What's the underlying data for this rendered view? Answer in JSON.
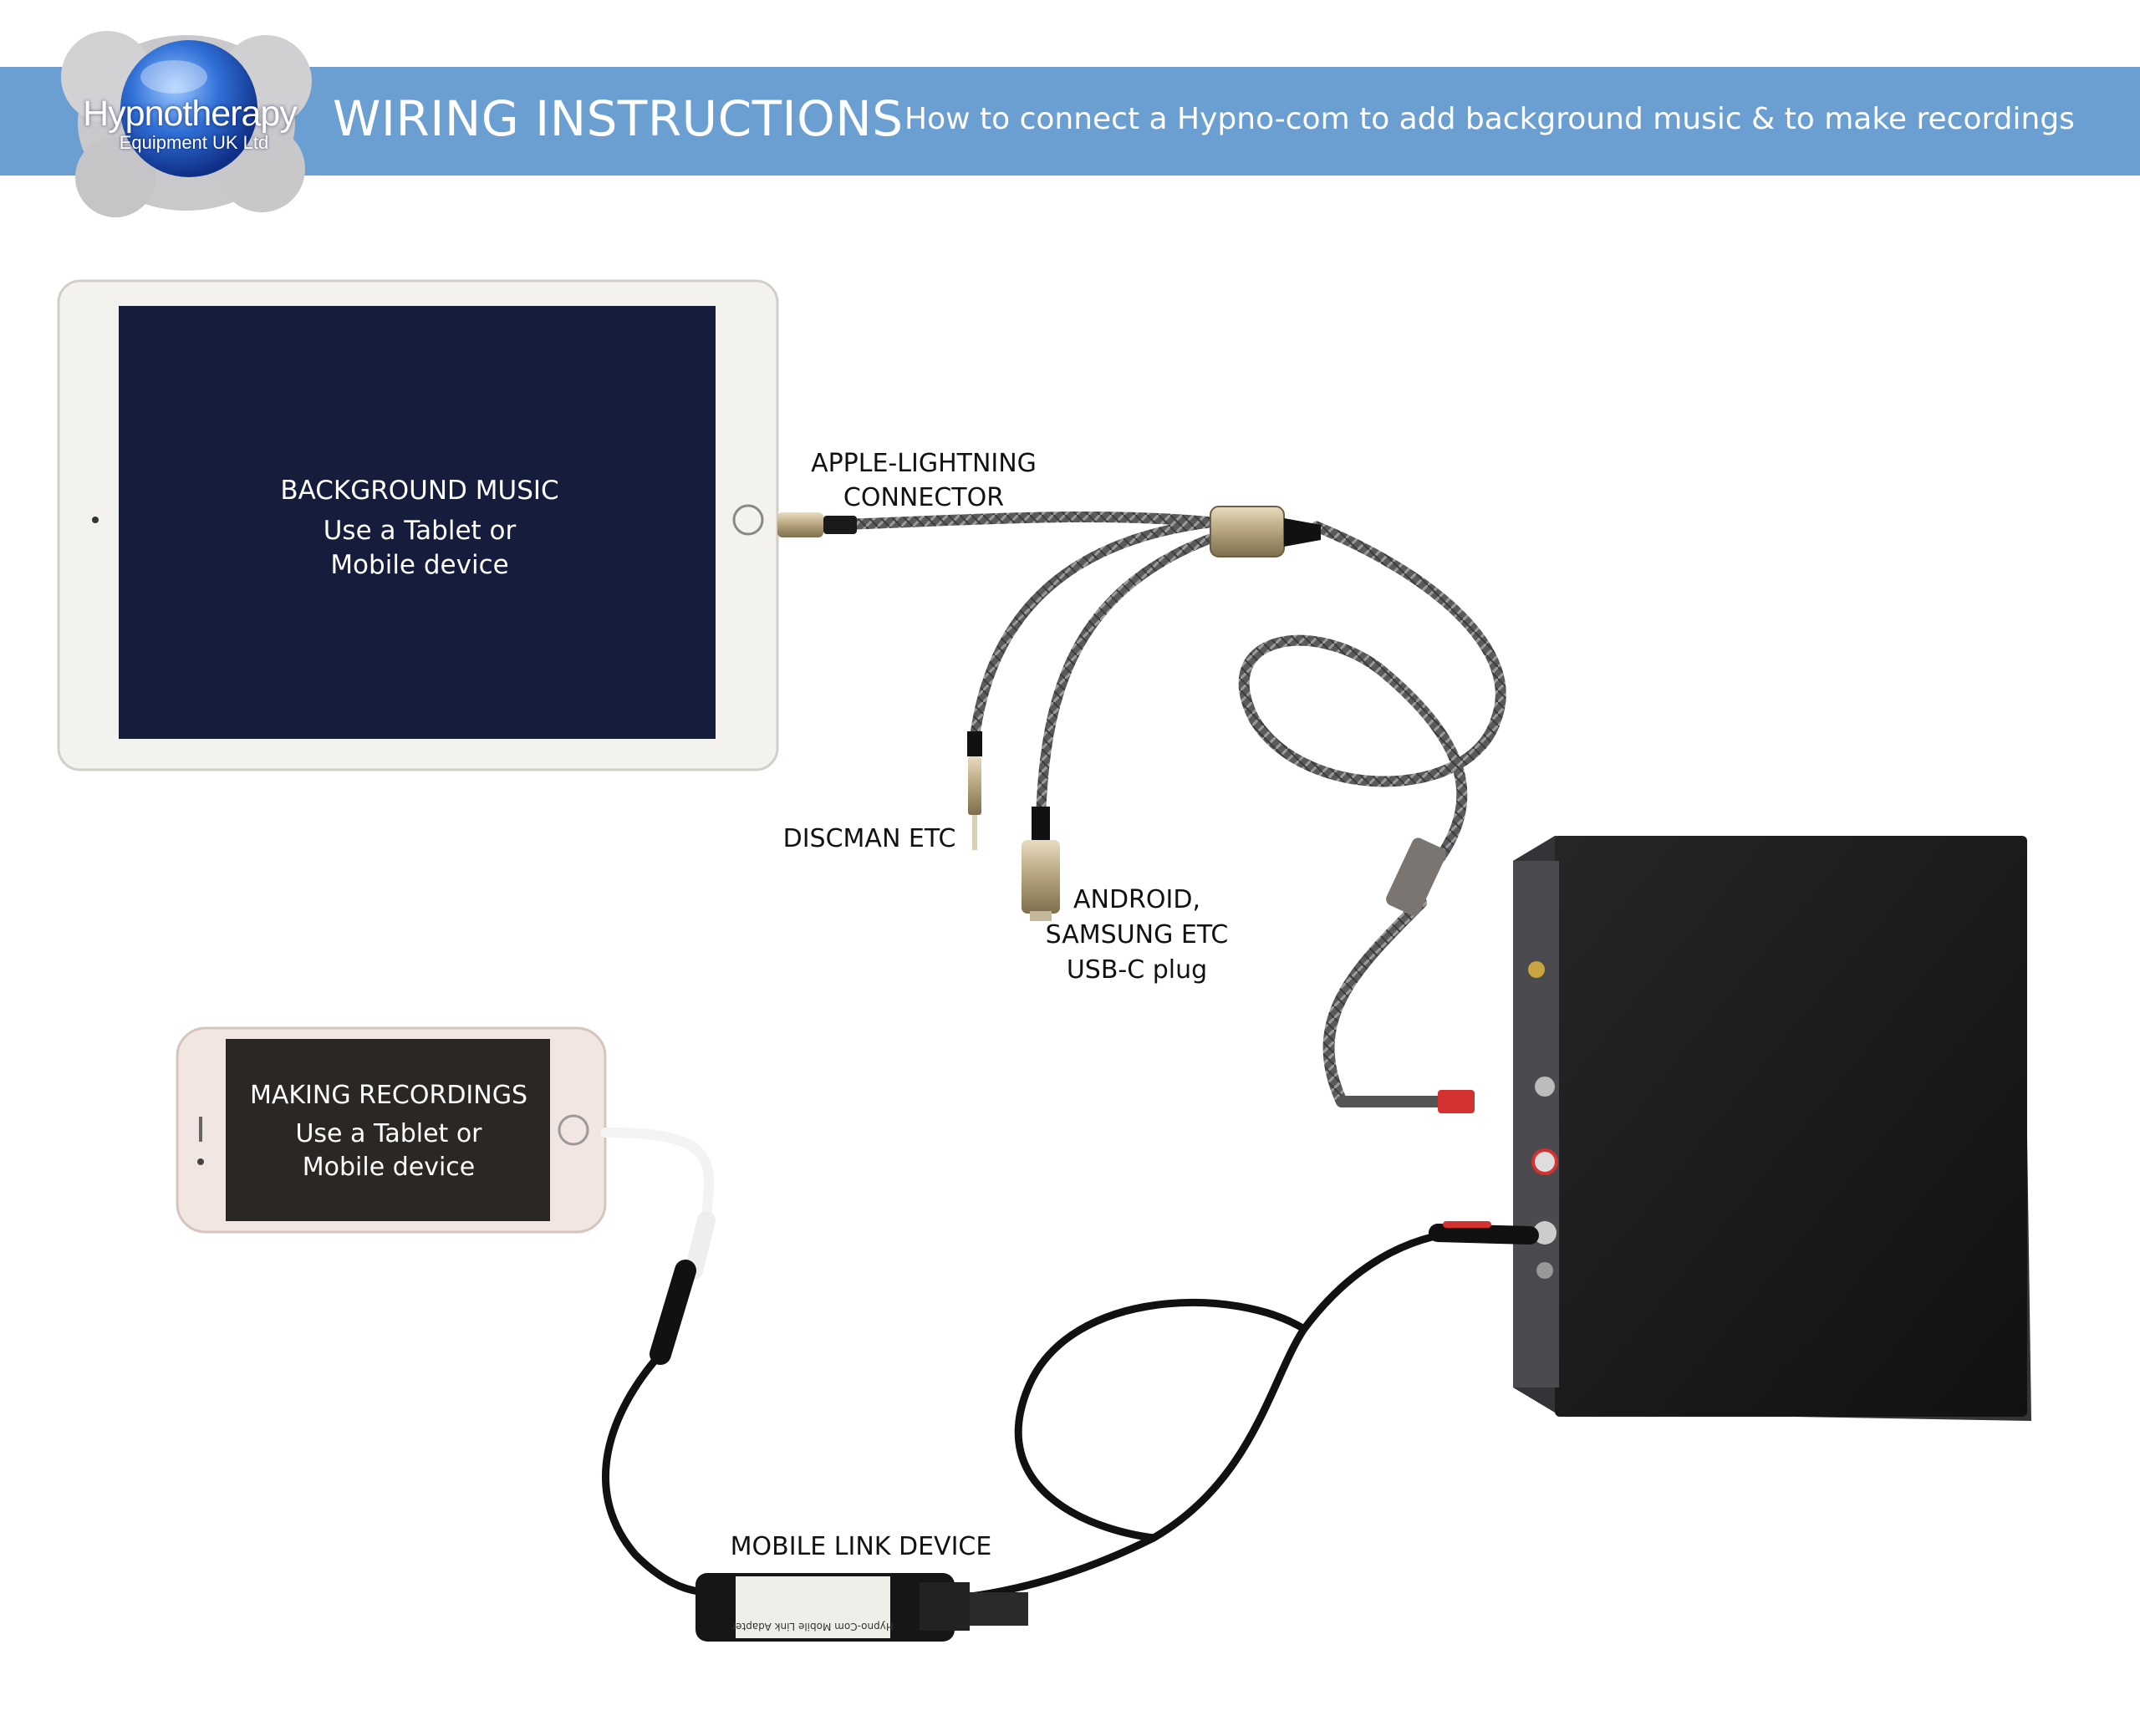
{
  "header": {
    "logo_title": "Hypnotherapy",
    "logo_subtitle": "Equipment UK Ltd",
    "title": "WIRING INSTRUCTIONS",
    "subtitle": "How to connect a Hypno-com to add background music & to make recordings",
    "banner_color": "#6b9fd1"
  },
  "tablet": {
    "line1": "BACKGROUND MUSIC",
    "line2": "Use a Tablet or",
    "line3": "Mobile device",
    "screen_color": "#151c3c"
  },
  "phone": {
    "line1": "MAKING RECORDINGS",
    "line2": "Use a Tablet or",
    "line3": "Mobile device",
    "screen_color": "#2a2724"
  },
  "labels": {
    "lightning_1": "APPLE-LIGHTNING",
    "lightning_2": "CONNECTOR",
    "discman": "DISCMAN ETC",
    "android_1": "ANDROID,",
    "android_2": "SAMSUNG ETC",
    "android_3": "USB-C plug",
    "mobile_link": "MOBILE LINK DEVICE"
  },
  "device_text": {
    "adapter_label": "Hypno-Com Mobile Link Adapter"
  },
  "icons": [
    "logo-globe-icon",
    "tablet-device",
    "phone-device",
    "hypno-com-box",
    "splitter-cable",
    "mobile-link-adapter"
  ]
}
